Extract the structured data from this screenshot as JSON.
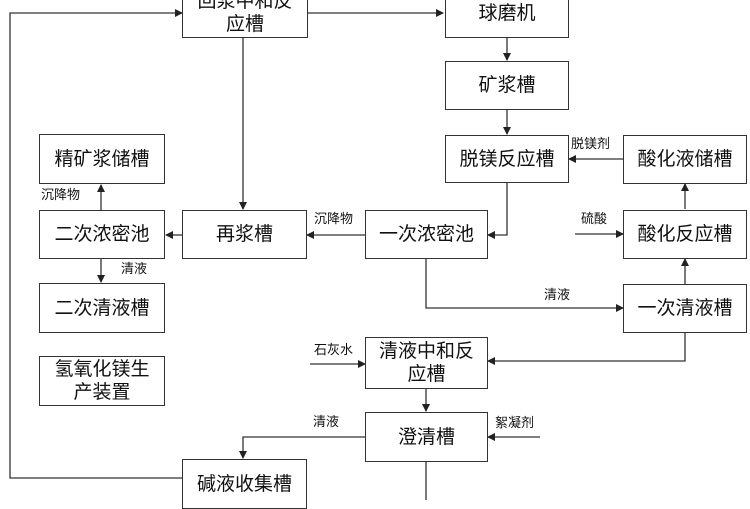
{
  "nodes": {
    "top_neutral": {
      "line1": "回浆中和反",
      "line2": "应槽"
    },
    "ball_mill": "球磨机",
    "slurry_tank": "矿浆槽",
    "demg_tank": "脱镁反应槽",
    "acid_storage": "酸化液储槽",
    "concentrate_tank": "精矿浆储槽",
    "secondary_thickener": "二次浓密池",
    "repulp_tank": "再浆槽",
    "primary_thickener": "一次浓密池",
    "acid_reactor": "酸化反应槽",
    "secondary_clear": "二次清液槽",
    "primary_clear": "一次清液槽",
    "mgoh_plant": {
      "line1": "氢氧化镁生",
      "line2": "产装置"
    },
    "clear_neutral": {
      "line1": "清液中和反",
      "line2": "应槽"
    },
    "clarifier": "澄清槽",
    "alkali_tank": "碱液收集槽"
  },
  "labels": {
    "demg_agent": "脱镁剂",
    "sediment_left": "沉降物",
    "sediment_mid": "沉降物",
    "sulfuric_acid": "硫酸",
    "clear_liquid_left": "清液",
    "clear_liquid_mid": "清液",
    "lime_water": "石灰水",
    "clear_liquid_bottom": "清液",
    "flocculant": "絮凝剂"
  }
}
